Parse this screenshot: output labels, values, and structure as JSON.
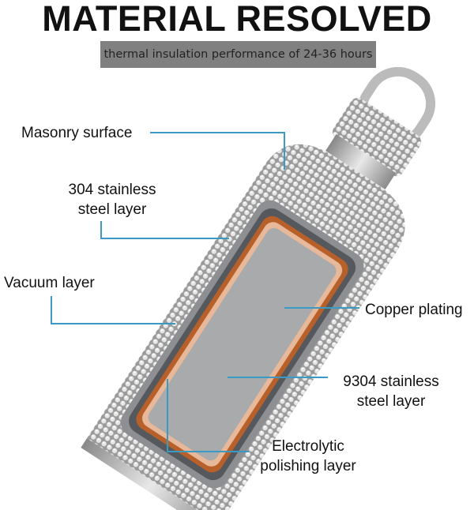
{
  "title": "MATERIAL RESOLVED",
  "subtitle": "thermal insulation performance of 24-36 hours",
  "labels": {
    "masonry": "Masonry surface",
    "steel304_1": "304 stainless",
    "steel304_2": "steel layer",
    "vacuum": "Vacuum layer",
    "copper": "Copper plating",
    "steel9304_1": "9304 stainless",
    "steel9304_2": "steel layer",
    "electro_1": "Electrolytic",
    "electro_2": "polishing layer"
  },
  "colors": {
    "leader": "#3b9ac4",
    "copper": "#b8602a",
    "vacuum": "#55585c",
    "inner": "#a9aaab"
  }
}
